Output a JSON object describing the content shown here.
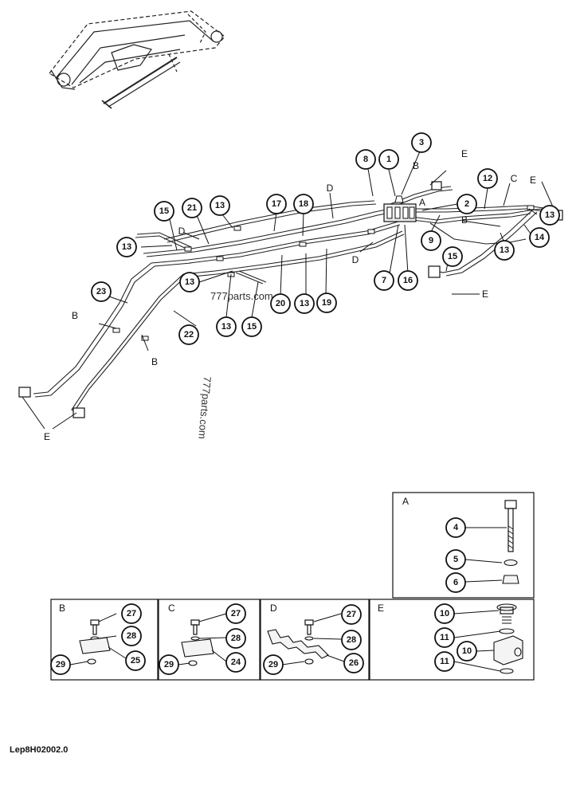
{
  "drawing_code": "Lep8H02002.0",
  "watermarks": [
    "777parts.com",
    "777parts.com"
  ],
  "callouts": [
    {
      "id": "c1",
      "label": "1"
    },
    {
      "id": "c2",
      "label": "2"
    },
    {
      "id": "c3",
      "label": "3"
    },
    {
      "id": "c7",
      "label": "7"
    },
    {
      "id": "c8",
      "label": "8"
    },
    {
      "id": "c9",
      "label": "9"
    },
    {
      "id": "c12",
      "label": "12"
    },
    {
      "id": "c13a",
      "label": "13"
    },
    {
      "id": "c13b",
      "label": "13"
    },
    {
      "id": "c13c",
      "label": "13"
    },
    {
      "id": "c13d",
      "label": "13"
    },
    {
      "id": "c13e",
      "label": "13"
    },
    {
      "id": "c13f",
      "label": "13"
    },
    {
      "id": "c13g",
      "label": "13"
    },
    {
      "id": "c13h",
      "label": "13"
    },
    {
      "id": "c14",
      "label": "14"
    },
    {
      "id": "c15a",
      "label": "15"
    },
    {
      "id": "c15b",
      "label": "15"
    },
    {
      "id": "c15c",
      "label": "15"
    },
    {
      "id": "c16",
      "label": "16"
    },
    {
      "id": "c17",
      "label": "17"
    },
    {
      "id": "c18",
      "label": "18"
    },
    {
      "id": "c19",
      "label": "19"
    },
    {
      "id": "c20",
      "label": "20"
    },
    {
      "id": "c21",
      "label": "21"
    },
    {
      "id": "c22",
      "label": "22"
    },
    {
      "id": "c23",
      "label": "23"
    }
  ],
  "letter_refs": [
    {
      "id": "lA",
      "label": "A"
    },
    {
      "id": "lB1",
      "label": "B"
    },
    {
      "id": "lB2",
      "label": "B"
    },
    {
      "id": "lB3",
      "label": "B"
    },
    {
      "id": "lB4",
      "label": "B"
    },
    {
      "id": "lC",
      "label": "C"
    },
    {
      "id": "lD1",
      "label": "D"
    },
    {
      "id": "lD2",
      "label": "D"
    },
    {
      "id": "lD3",
      "label": "D"
    },
    {
      "id": "lE1",
      "label": "E"
    },
    {
      "id": "lE2",
      "label": "E"
    },
    {
      "id": "lE3",
      "label": "E"
    },
    {
      "id": "lE4",
      "label": "E"
    }
  ],
  "detail_panels": {
    "A": {
      "title": "A",
      "callouts": [
        "4",
        "5",
        "6"
      ]
    },
    "B": {
      "title": "B",
      "callouts": [
        "27",
        "28",
        "25",
        "29"
      ]
    },
    "C": {
      "title": "C",
      "callouts": [
        "27",
        "28",
        "24",
        "29"
      ]
    },
    "D": {
      "title": "D",
      "callouts": [
        "27",
        "28",
        "26",
        "29"
      ]
    },
    "E": {
      "title": "E",
      "callouts": [
        "10",
        "11",
        "10",
        "11"
      ]
    }
  }
}
